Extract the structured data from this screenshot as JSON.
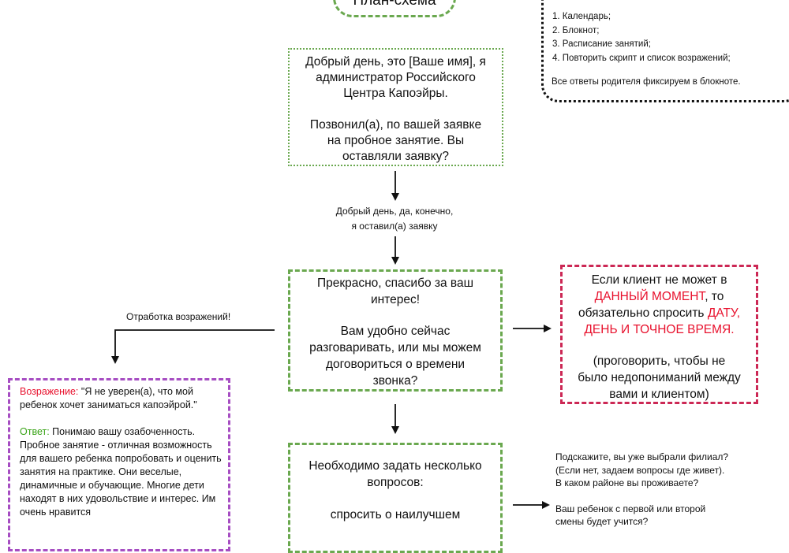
{
  "title": "План-схема",
  "checklist": {
    "items": [
      "1. Календарь;",
      "2. Блокнот;",
      "3. Расписание занятий;",
      "4.  Повторить скрипт и список возражений;"
    ],
    "note": "Все ответы родителя фиксируем в блокноте."
  },
  "greeting_box": {
    "line1": "Добрый день, это [Ваше имя], я",
    "line2": "администратор Российского",
    "line3": "Центра Капоэйры.",
    "line4": "Позвонил(а), по вашей заявке",
    "line5": "на пробное занятие. Вы",
    "line6": "оставляли заявку?"
  },
  "parent_reply": {
    "line1": "Добрый день, да, конечно,",
    "line2": "я оставил(а) заявку"
  },
  "interest_box": {
    "line1": "Прекрасно, спасибо за ваш",
    "line2": "интерес!",
    "line3": "Вам удобно сейчас",
    "line4": "разговаривать, или мы можем",
    "line5": "договориться о времени",
    "line6": "звонка?"
  },
  "callback_box": {
    "line1": "Если клиент не может в",
    "highlight1": "ДАННЫЙ МОМЕНТ",
    "after_highlight1": ", то",
    "line3_pre": "обязательно спросить ",
    "highlight2": "ДАТУ,",
    "highlight3": "ДЕНЬ И ТОЧНОЕ ВРЕМЯ.",
    "line5": "(проговорить, чтобы не",
    "line6": "было недопониманий между",
    "line7": "вами и клиентом)"
  },
  "objection_handling_label": "Отработка возражений!",
  "objection_box": {
    "objection_label": "Возражение:",
    "objection_text": " \"Я не уверен(а), что мой ребенок хочет заниматься капоэйрой.\"",
    "answer_label": "Ответ:",
    "answer_text": " Понимаю вашу озабоченность. Пробное занятие - отличная возможность для вашего ребенка попробовать и оценить занятия на практике. Они веселые, динамичные и обучающие. Многие дети находят в них удовольствие и интерес. Им очень нравится"
  },
  "questions_box": {
    "line1": "Необходимо задать несколько",
    "line2": "вопросов:",
    "line3": "спросить о наилучшем"
  },
  "side_questions": {
    "q1": "Подскажите, вы уже выбрали филиал?",
    "q2": "(Если нет, задаем вопросы где живет).",
    "q3": "В каком районе вы проживаете?",
    "q4": "Ваш ребенок с первой или второй",
    "q5": "смены будет учится?"
  },
  "colors": {
    "green_border": "#6aa84f",
    "red_border": "#cc2855",
    "purple_border": "#a64dc2",
    "red_text": "#e8112d",
    "green_text": "#38a316"
  }
}
